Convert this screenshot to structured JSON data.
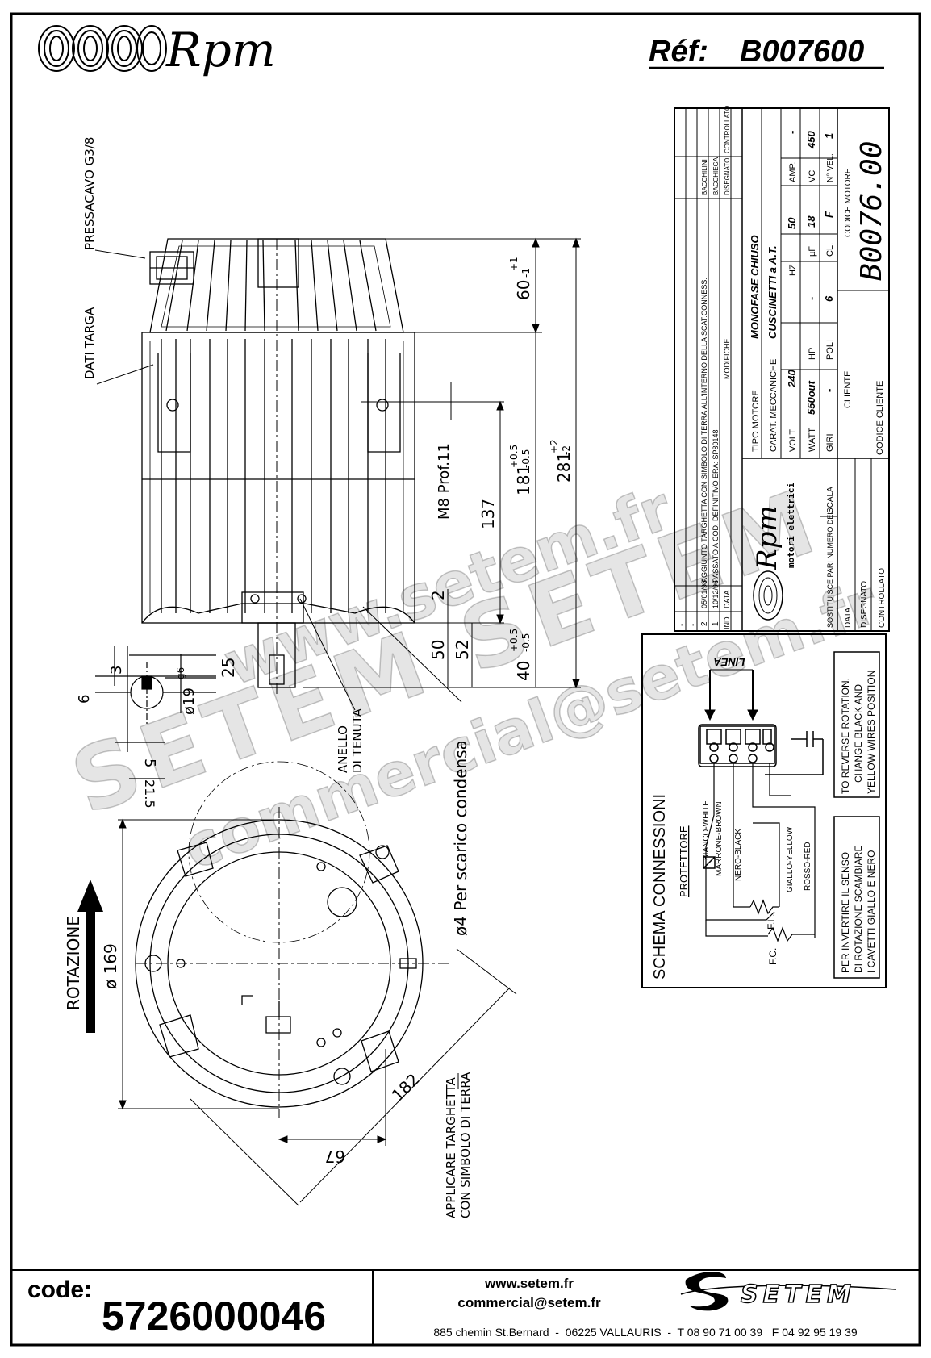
{
  "header": {
    "brand": "Rpm",
    "reference_label": "Réf:",
    "reference_value": "B007600"
  },
  "drawing_labels": {
    "cable_gland": "PRESSACAVO G3/8",
    "nameplate": "DATI TARGA",
    "thread": "M8 Prof.11",
    "seal_ring_1": "ANELLO",
    "seal_ring_2": "DI TENUTA",
    "drain": "ø4 Per scarico condensa",
    "rotation": "ROTAZIONE",
    "apply_plate_1": "APPLICARE TARGHETTA",
    "apply_plate_2": "CON SIMBOLO DI TERRA"
  },
  "dimensions": {
    "d60": "60",
    "d60_tol_up": "+1",
    "d60_tol_dn": "-1",
    "d181": "181",
    "d181_tol_up": "+0.5",
    "d181_tol_dn": "-0.5",
    "d281": "281",
    "d281_tol_up": "+2",
    "d281_tol_dn": "-2",
    "d137": "137",
    "d2": "2",
    "d50": "50",
    "d52": "52",
    "d40": "40",
    "d40_tol_up": "+0.5",
    "d40_tol_dn": "-0.5",
    "d25": "25",
    "d3": "3",
    "d6": "6",
    "d19": "ø19",
    "d19_tol": "g6",
    "d5": "5",
    "d21_5": "21.5",
    "d169": "ø 169",
    "d182": "182",
    "d67": "67"
  },
  "title_block": {
    "rev_1_no": "1",
    "rev_1_date": "10/12/96",
    "rev_1_text": "PASSATO A COD. DEFINITIVO ERA: SP80148",
    "rev_2_no": "2",
    "rev_2_date": "05/01/98",
    "rev_2_text": "AGGIUNTO TARGHETTA CON SIMBOLO DI TERRA ALL'INTERNO DELLA SCAT.CONNESS.",
    "col_no": "IND.",
    "col_date": "DATA",
    "col_mod": "MODIFICHE",
    "col_drawn": "DISEGNATO",
    "col_checked": "CONTROLLATO",
    "sig_1": "BACCHIEGA",
    "sig_2": "BACCHILINI",
    "dash": "-",
    "brand": "Rpm",
    "brand_sub": "motori elettrici",
    "motor_type_label": "TIPO MOTORE",
    "motor_type_value": "MONOFASE CHIUSO",
    "mech_label": "CARAT. MECCANICHE",
    "mech_value": "CUSCINETTI a A.T.",
    "volt_label": "VOLT",
    "volt_value": "240",
    "hz_label": "HZ",
    "hz_value": "50",
    "amp_label": "AMP.",
    "amp_value": "-",
    "watt_label": "WATT",
    "watt_value": "550out",
    "hp_label": "HP",
    "hp_value": "-",
    "uf_label": "µF",
    "uf_value": "18",
    "vc_label": "VC",
    "vc_value": "450",
    "giri_label": "GIRI",
    "giri_value": "-",
    "poli_label": "POLI",
    "poli_value": "6",
    "cl_label": "CL.",
    "cl_value": "F",
    "nvel_label": "N° VEL.",
    "nvel_value": "1",
    "client_label": "CLIENTE",
    "client_code_label": "CODICE CLIENTE",
    "motor_code_label": "CODICE MOTORE",
    "motor_code_value": "B0076.00",
    "replaces_label": "SOSTITUISCE PARI NUMERO DEL",
    "scale_label": "SCALA",
    "date_label": "DATA",
    "drawn_label": "DISEGNATO",
    "checked_label": "CONTROLLATO"
  },
  "wiring": {
    "title": "SCHEMA CONNESSIONI",
    "protector": "PROTETTORE",
    "line": "LINEA",
    "white": "BIANCO-WHITE",
    "brown": "MARRONE-BROWN",
    "black": "NERO-BLACK",
    "yellow": "GIALLO-YELLOW",
    "red": "ROSSO-RED",
    "fl": "F.L.",
    "fc": "F.C.",
    "note_en_1": "TO REVERSE ROTATION,",
    "note_en_2": "CHANGE BLACK AND",
    "note_en_3": "YELLOW WIRES POSITION",
    "note_it_1": "PER INVERTIRE IL SENSO",
    "note_it_2": "DI ROTAZIONE SCAMBIARE",
    "note_it_3": "I CAVETTI GIALLO E NERO"
  },
  "watermark": {
    "line_1": "www.setem.fr",
    "line_2": "SETEM SETEM",
    "line_3": "commercial@setem.fr"
  },
  "footer": {
    "code_label": "code:",
    "code_value": "5726000046",
    "website": "www.setem.fr",
    "email": "commercial@setem.fr",
    "address": "885 chemin St.Bernard  -  06225 VALLAURIS  -  T 08 90 71 00 39   F 04 92 95 19 39",
    "logo_text": "SETEM"
  }
}
